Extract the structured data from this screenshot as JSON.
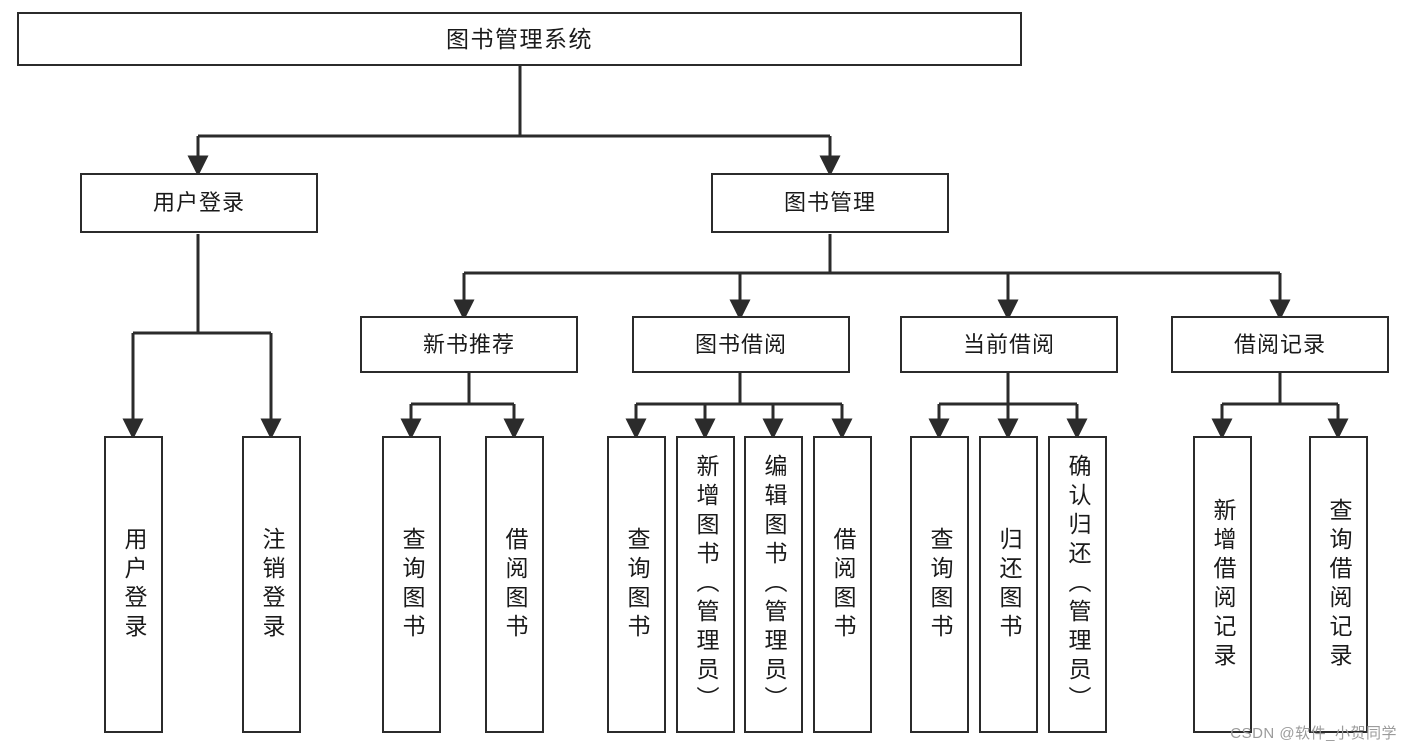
{
  "diagram": {
    "type": "tree",
    "title": "图书管理系统",
    "watermark": "CSDN @软件_小贺同学",
    "colors": {
      "box_border": "#2b2b2b",
      "box_fill": "#ffffff",
      "connector": "#2b2b2b",
      "text": "#1a1a1a",
      "watermark": "#9b9b9b"
    },
    "nodes": {
      "root": {
        "label": "图书管理系统"
      },
      "level2": [
        {
          "id": "user-login",
          "label": "用户登录"
        },
        {
          "id": "book-manage",
          "label": "图书管理"
        }
      ],
      "level3": [
        {
          "id": "new-book-recommend",
          "label": "新书推荐"
        },
        {
          "id": "book-borrow",
          "label": "图书借阅"
        },
        {
          "id": "current-borrow",
          "label": "当前借阅"
        },
        {
          "id": "borrow-record",
          "label": "借阅记录"
        }
      ],
      "leaves": {
        "user-login": [
          {
            "id": "leaf-user-login",
            "label": "用户登录"
          },
          {
            "id": "leaf-logout-login",
            "label": "注销登录"
          }
        ],
        "new-book-recommend": [
          {
            "id": "leaf-query-book-1",
            "label": "查询图书"
          },
          {
            "id": "leaf-borrow-book-1",
            "label": "借阅图书"
          }
        ],
        "book-borrow": [
          {
            "id": "leaf-query-book-2",
            "label": "查询图书"
          },
          {
            "id": "leaf-add-book",
            "label": "新增图书（管理员）"
          },
          {
            "id": "leaf-edit-book",
            "label": "编辑图书（管理员）"
          },
          {
            "id": "leaf-borrow-book-2",
            "label": "借阅图书"
          }
        ],
        "current-borrow": [
          {
            "id": "leaf-query-book-3",
            "label": "查询图书"
          },
          {
            "id": "leaf-return-book",
            "label": "归还图书"
          },
          {
            "id": "leaf-confirm-return",
            "label": "确认归还（管理员）"
          }
        ],
        "borrow-record": [
          {
            "id": "leaf-add-record",
            "label": "新增借阅记录"
          },
          {
            "id": "leaf-query-record",
            "label": "查询借阅记录"
          }
        ]
      }
    }
  }
}
